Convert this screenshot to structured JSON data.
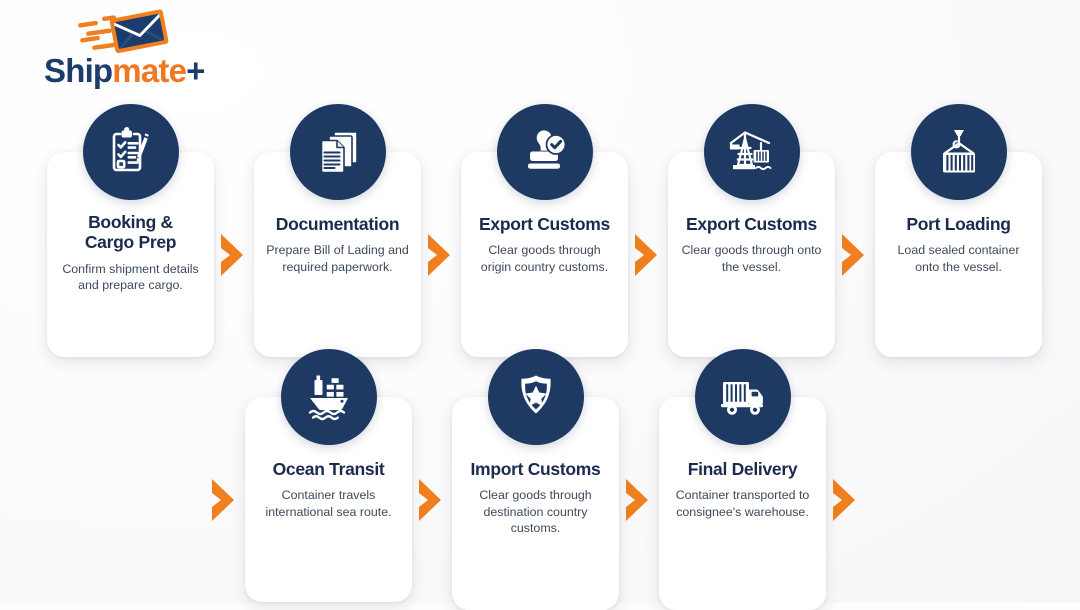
{
  "brand": {
    "name_part1": "Ship",
    "name_part2": "mate",
    "name_part3": "+",
    "logo_icon": "flying-envelope-icon",
    "navy": "#1d3c6e",
    "orange": "#f07822"
  },
  "theme": {
    "background": "#fbfbfc",
    "card_background": "#ffffff",
    "icon_circle": "#1e3a63",
    "arrow_color": "#f0801f",
    "title_color": "#1b2a4e",
    "body_color": "#3d4a5c"
  },
  "rows": [
    {
      "id": "row-1",
      "leading_arrow": false,
      "trailing_arrow": false,
      "steps": [
        {
          "icon": "clipboard-checklist-icon",
          "title": "Booking &\nCargo Prep",
          "title_line1": "Booking &",
          "title_line2": "Cargo Prep",
          "desc": "Confirm shipment details and prepare cargo."
        },
        {
          "icon": "documents-stack-icon",
          "title": "Documentation",
          "desc": "Prepare Bill of Lading and required paperwork."
        },
        {
          "icon": "stamp-approved-icon",
          "title": "Export Customs",
          "desc": "Clear goods through origin country customs."
        },
        {
          "icon": "port-crane-icon",
          "title": "Export Customs",
          "desc": "Clear goods through onto the vessel."
        },
        {
          "icon": "container-hook-icon",
          "title": "Port Loading",
          "desc": "Load sealed container onto the vessel."
        }
      ]
    },
    {
      "id": "row-2",
      "leading_arrow": true,
      "trailing_arrow": true,
      "steps": [
        {
          "icon": "cargo-ship-icon",
          "title": "Ocean Transit",
          "desc": "Container travels international sea route."
        },
        {
          "icon": "shield-star-badge-icon",
          "title": "Import Customs",
          "desc": "Clear goods through destination country customs."
        },
        {
          "icon": "delivery-truck-icon",
          "title": "Final Delivery",
          "desc": "Container transported to consignee's warehouse."
        }
      ]
    }
  ]
}
